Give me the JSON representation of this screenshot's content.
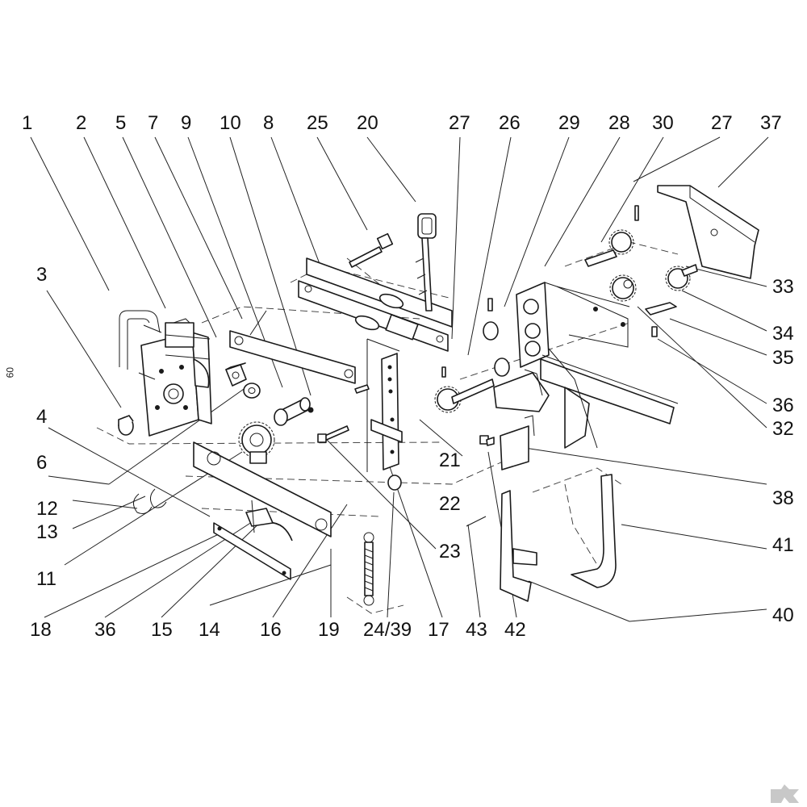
{
  "diagram": {
    "side_code": "09",
    "labels": [
      {
        "id": "n1",
        "text": "1"
      },
      {
        "id": "n2",
        "text": "2"
      },
      {
        "id": "n5",
        "text": "5"
      },
      {
        "id": "n7",
        "text": "7"
      },
      {
        "id": "n9",
        "text": "9"
      },
      {
        "id": "n10",
        "text": "10"
      },
      {
        "id": "n8",
        "text": "8"
      },
      {
        "id": "n25",
        "text": "25"
      },
      {
        "id": "n20",
        "text": "20"
      },
      {
        "id": "n27a",
        "text": "27"
      },
      {
        "id": "n26",
        "text": "26"
      },
      {
        "id": "n29",
        "text": "29"
      },
      {
        "id": "n28",
        "text": "28"
      },
      {
        "id": "n30",
        "text": "30"
      },
      {
        "id": "n27b",
        "text": "27"
      },
      {
        "id": "n37",
        "text": "37"
      },
      {
        "id": "n3",
        "text": "3"
      },
      {
        "id": "n33",
        "text": "33"
      },
      {
        "id": "n34",
        "text": "34"
      },
      {
        "id": "n35",
        "text": "35"
      },
      {
        "id": "n36r",
        "text": "36"
      },
      {
        "id": "n32",
        "text": "32"
      },
      {
        "id": "n4",
        "text": "4"
      },
      {
        "id": "n6",
        "text": "6"
      },
      {
        "id": "n21",
        "text": "21"
      },
      {
        "id": "n38",
        "text": "38"
      },
      {
        "id": "n12",
        "text": "12"
      },
      {
        "id": "n13",
        "text": "13"
      },
      {
        "id": "n22",
        "text": "22"
      },
      {
        "id": "n23",
        "text": "23"
      },
      {
        "id": "n41",
        "text": "41"
      },
      {
        "id": "n11",
        "text": "11"
      },
      {
        "id": "n40",
        "text": "40"
      },
      {
        "id": "n18",
        "text": "18"
      },
      {
        "id": "n36b",
        "text": "36"
      },
      {
        "id": "n15",
        "text": "15"
      },
      {
        "id": "n14",
        "text": "14"
      },
      {
        "id": "n16",
        "text": "16"
      },
      {
        "id": "n19",
        "text": "19"
      },
      {
        "id": "n2439",
        "text": "24/39"
      },
      {
        "id": "n17",
        "text": "17"
      },
      {
        "id": "n43",
        "text": "43"
      },
      {
        "id": "n42",
        "text": "42"
      }
    ]
  }
}
